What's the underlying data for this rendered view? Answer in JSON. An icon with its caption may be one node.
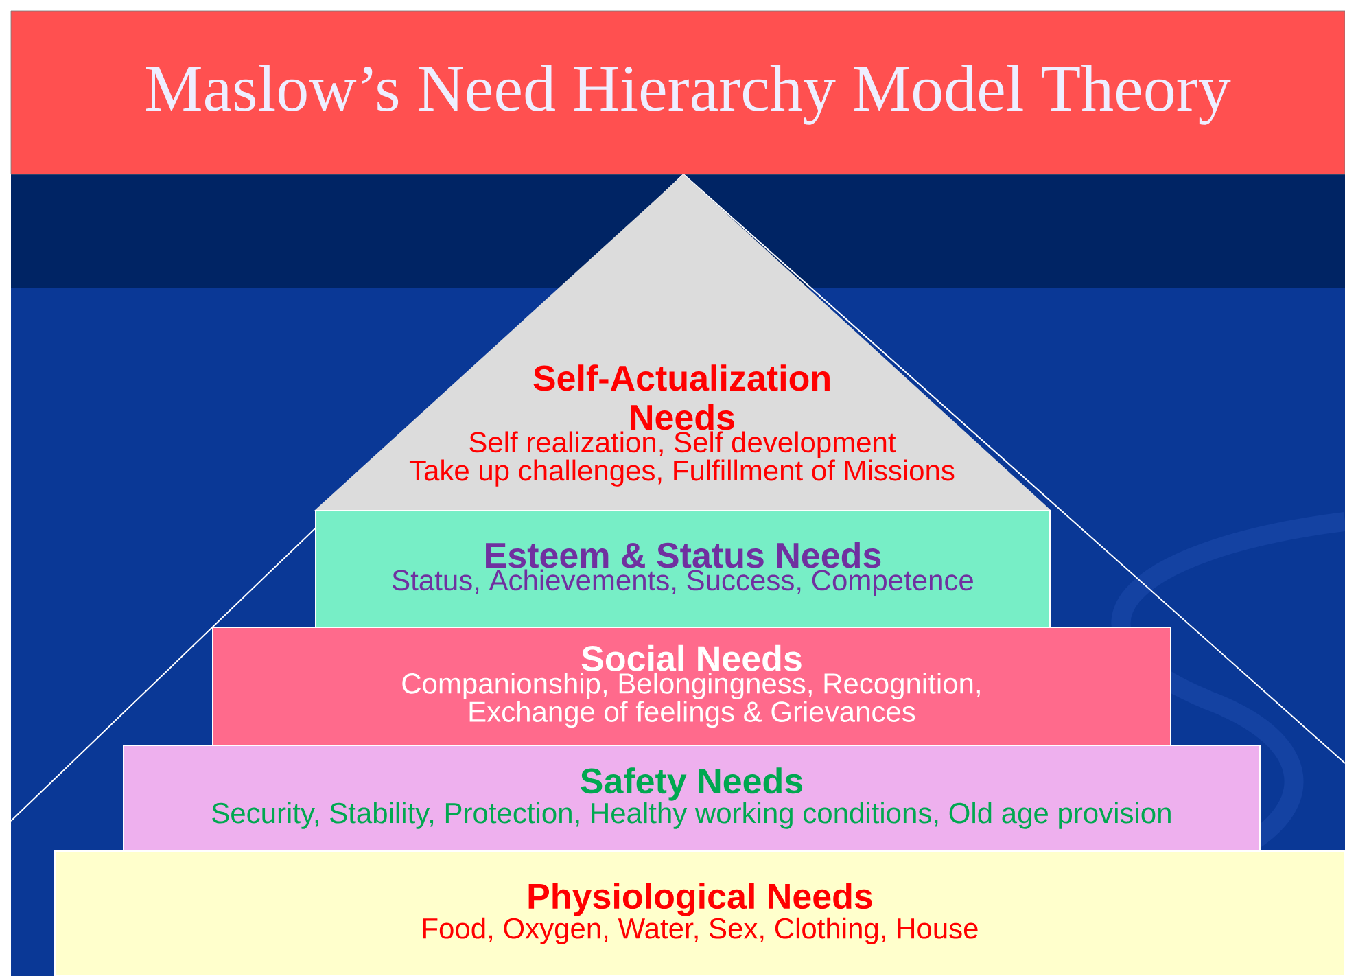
{
  "diagram": {
    "title": "Maslow’s Need Hierarchy Model Theory",
    "nodes": [
      {
        "text": [
          "Self-Actualization Needs",
          "Self realization, Self development",
          "Take up challenges, Fulfillment of Missions"
        ]
      },
      {
        "text": [
          "Esteem & Status Needs",
          "Status, Achievements, Success, Competence"
        ]
      },
      {
        "text": [
          "Social Needs",
          "Companionship, Belongingness, Recognition,",
          "Exchange of feelings & Grievances"
        ]
      },
      {
        "text": [
          "Safety Needs",
          "Security, Stability, Protection, Healthy working conditions, Old age provision"
        ]
      },
      {
        "text": [
          "Physiological Needs",
          "Food, Oxygen, Water, Sex, Clothing, House"
        ]
      }
    ]
  }
}
